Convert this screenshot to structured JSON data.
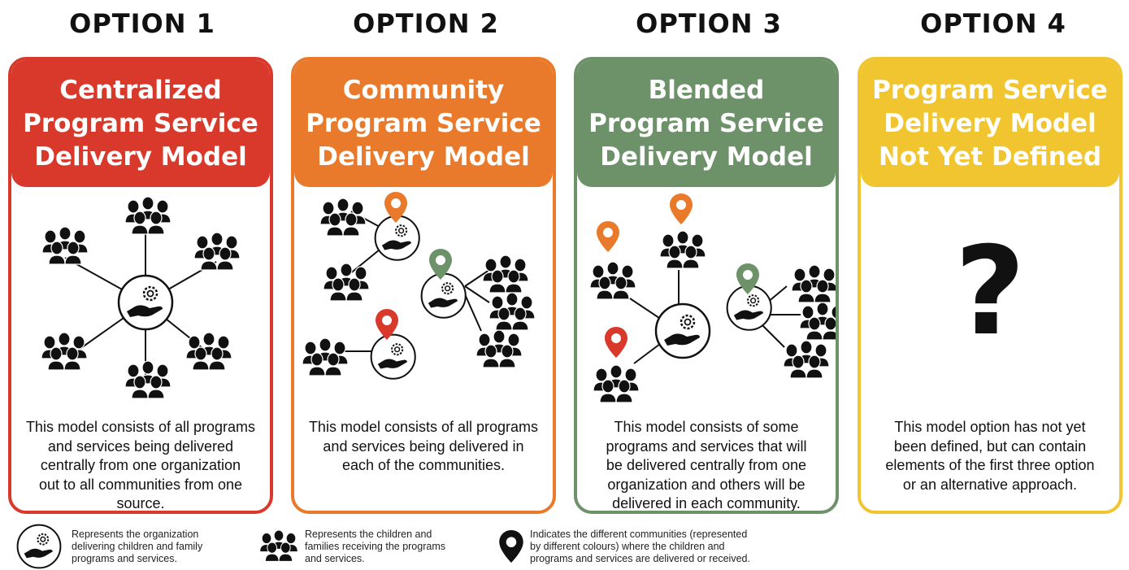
{
  "options": [
    {
      "label": "OPTION 1",
      "title": [
        "Centralized",
        "Program Service",
        "Delivery Model"
      ],
      "color": "#d9392b",
      "description": [
        "This model consists of all programs",
        "and services being delivered",
        "centrally from one organization",
        "out to all communities from one",
        "source."
      ]
    },
    {
      "label": "OPTION 2",
      "title": [
        "Community",
        "Program Service",
        "Delivery Model"
      ],
      "color": "#e97a2b",
      "description": [
        "This model consists of all programs",
        "and services being delivered in",
        "each of the communities."
      ]
    },
    {
      "label": "OPTION 3",
      "title": [
        "Blended",
        "Program Service",
        "Delivery Model"
      ],
      "color": "#6d9169",
      "description": [
        "This model consists of some",
        "programs and services that will",
        "be delivered centrally from one",
        "organization and others will be",
        "delivered in each community."
      ]
    },
    {
      "label": "OPTION 4",
      "title": [
        "Program Service",
        "Delivery Model",
        "Not Yet Defined"
      ],
      "color": "#f1c530",
      "question_mark": "?",
      "description": [
        "This model option has not yet",
        "been defined, but can contain",
        "elements of the first three option",
        "or an alternative approach."
      ]
    }
  ],
  "legend": {
    "organization": [
      "Represents the organization",
      "delivering children and family",
      "programs and services."
    ],
    "families": [
      "Represents the children and",
      "families receiving the programs",
      "and services."
    ],
    "communities": [
      "Indicates the different communities (represented",
      "by different colours) where the children and",
      "programs and services are delivered or received."
    ]
  },
  "icons": {
    "organization": "organization-hand-gear-icon",
    "families": "family-group-icon",
    "communities": "location-pin-icon"
  }
}
